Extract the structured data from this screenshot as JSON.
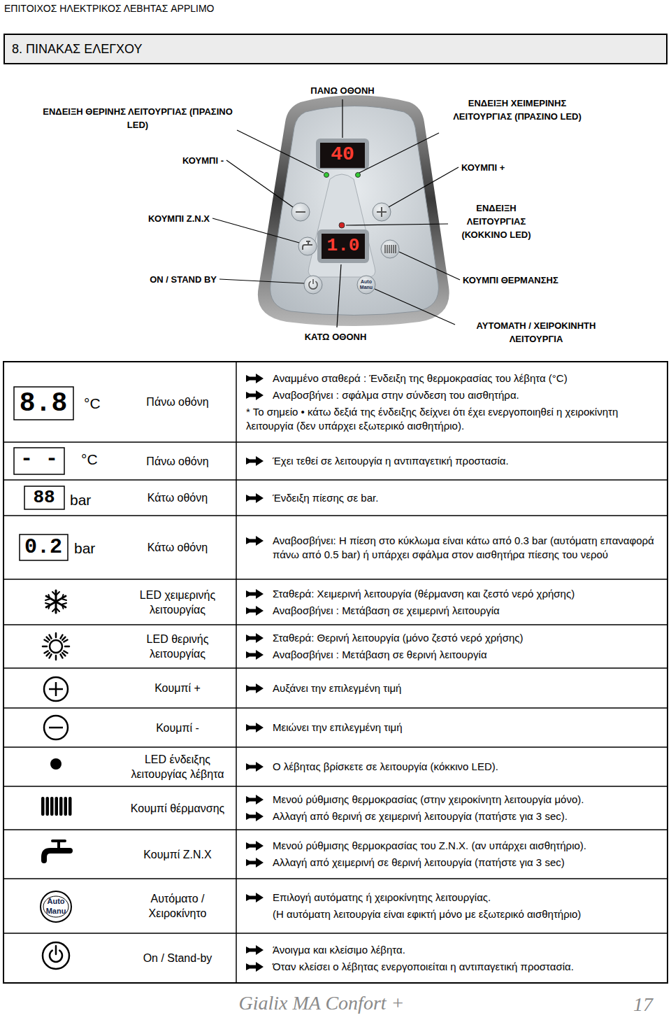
{
  "diagram": {
    "title": "8. ΠΙΝΑΚΑΣ ΕΛΕΓΧΟΥ",
    "labels": [
      "ΕΠΙΤΟΙΧΟΣ ΗΛΕΚΤΡΙΚΟΣ ΛΕΒΗΤΑΣ APPLIMO",
      "ΠΑΝΩ ΟΘΟΝΗ",
      "ΕΝΔΕΙΞΗ ΘΕΡΙΝΗΣ ΛΕΙΤΟΥΡΓΙΑΣ (ΠΡΑΣΙΝΟ LED)",
      "ΕΝΔΕΙΞΗ ΧΕΙΜΕΡΙΝΗΣ ΛΕΙΤΟΥΡΓΙΑΣ (ΠΡΑΣΙΝΟ LED)",
      "ΚΟΥΜΠΙ -",
      "ΚΟΥΜΠΙ +",
      "ΚΟΥΜΠΙ Ζ.Ν.Χ",
      "ΕΝΔΕΙΞΗ ΛΕΙΤΟΥΡΓΙΑΣ (ΚΟΚΚΙΝΟ LED)",
      "ON / STAND BY",
      "ΚΟΥΜΠΙ ΘΕΡΜΑΝΣΗΣ",
      "ΚΑΤΩ ΟΘΟΝΗ",
      "ΑΥΤΟΜΑΤΗ / ΧΕΙΡΟΚΙΝΗΤΗ ΛΕΙΤΟΥΡΓΙΑ",
      "40",
      "1.0",
      "Auto",
      "Manu",
      "8.8",
      "°C",
      "Πάνω οθόνη",
      "Αναμμένο σταθερά : Ένδειξη της θερμοκρασίας του λέβητα (°C)",
      "Αναβοσβήνει : σφάλμα στην σύνδεση του αισθητήρα.",
      "* Το σημείο • κάτω δεξιά της ένδειξης δείχνει ότι έχει ενεργοποιηθεί η χειροκίνητη λειτουργία (δεν υπάρχει εξωτερικό αισθητήριο).",
      "- -",
      "°C",
      "Πάνω οθόνη",
      "Έχει τεθεί σε λειτουργία η αντιπαγετική προστασία.",
      "88",
      "bar",
      "Κάτω οθόνη",
      "Ένδειξη πίεσης σε bar.",
      "0.2",
      "bar",
      "Κάτω οθόνη",
      "Αναβοσβήνει: Η πίεση στο κύκλωμα είναι κάτω από 0.3 bar (αυτόματη επαναφορά πάνω από 0.5 bar) ή υπάρχει σφάλμα στον αισθητήρα πίεσης του νερού",
      "LED χειμερινής λειτουργίας",
      "Σταθερά: Χειμερινή λειτουργία (θέρμανση και ζεστό νερό χρήσης)",
      "Αναβοσβήνει : Μετάβαση σε χειμερινή λειτουργία",
      "LED θερινής λειτουργίας",
      "Σταθερά: Θερινή λειτουργία (μόνο ζεστό νερό χρήσης)",
      "Αναβοσβήνει : Μετάβαση σε θερινή λειτουργία",
      "Κουμπί +",
      "Αυξάνει την επιλεγμένη τιμή",
      "Κουμπί -",
      "Μειώνει την επιλεγμένη τιμή",
      "LED ένδειξης λειτουργίας λέβητα",
      "Ο λέβητας βρίσκετε σε λειτουργία (κόκκινο LED).",
      "Κουμπί θέρμανσης",
      "Μενού ρύθμισης θερμοκρασίας (στην χειροκίνητη λειτουργία μόνο).",
      "Αλλαγή από θερινή σε χειμερινή λειτουργία (πατήστε για 3 sec).",
      "Κουμπί Ζ.Ν.Χ",
      "Μενού ρύθμισης θερμοκρασίας του Ζ.Ν.Χ. (αν υπάρχει αισθητήριο).",
      "Αλλαγή από χειμερινή σε θερινή λειτουργία (πατήστε για 3 sec)",
      "Auto",
      "Manu",
      "Αυτόματο / Χειροκίνητο",
      "Επιλογή αυτόματης ή χειροκίνητης λειτουργίας.",
      "(Η αυτόματη λειτουργία είναι εφικτή μόνο με εξωτερικό αισθητήριο)",
      "On / Stand-by",
      "Άνοιγμα και κλείσιμο λέβητα.",
      "Όταν κλείσει ο λέβητας ενεργοποιείται η αντιπαγετική προστασία.",
      "Gialix MA Confort +",
      "17"
    ]
  }
}
